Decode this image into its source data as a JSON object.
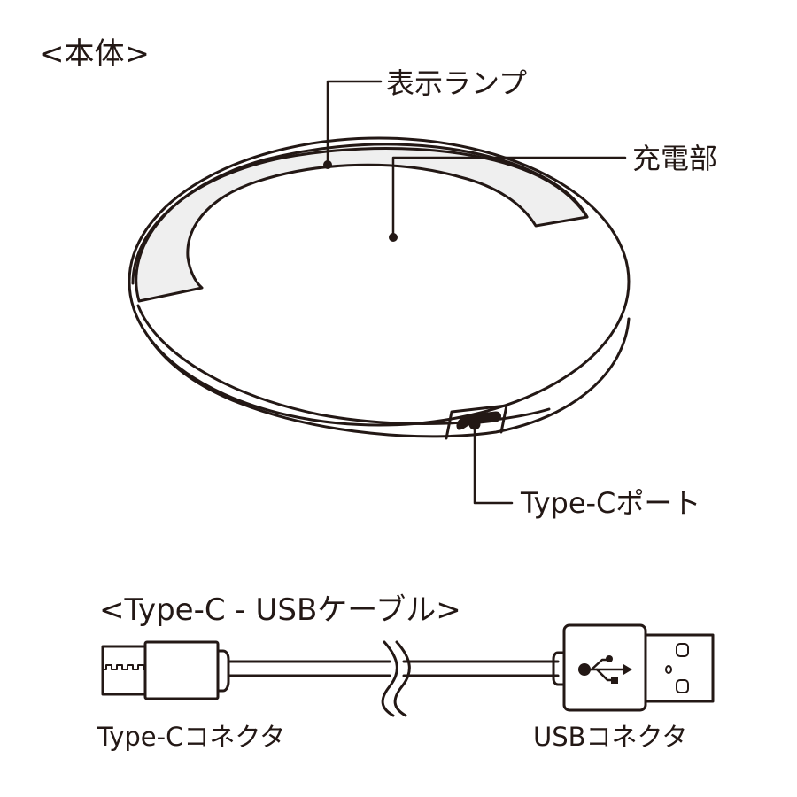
{
  "sections": {
    "body": {
      "title": "<本体>",
      "parts": {
        "indicator_lamp": "表示ランプ",
        "charging_area": "充電部",
        "type_c_port": "Type-Cポート"
      }
    },
    "cable": {
      "title": "<Type-C - USBケーブル>",
      "parts": {
        "type_c_connector": "Type-Cコネクタ",
        "usb_connector": "USBコネクタ"
      }
    }
  },
  "colors": {
    "line": "#231815",
    "ring_fill": "#efefef",
    "background": "#ffffff"
  }
}
